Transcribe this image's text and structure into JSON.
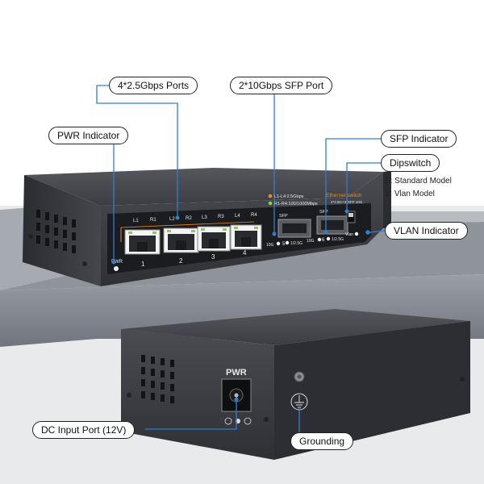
{
  "callouts": {
    "ports_2_5g": "4*2.5Gbps Ports",
    "sfp_port": "2*10Gbps SFP Port",
    "pwr_indicator": "PWR Indicator",
    "sfp_indicator": "SFP Indicator",
    "dipswitch": "Dipswitch",
    "vlan_indicator": "VLAN Indicator",
    "dc_input": "DC Input Port (12V)",
    "grounding": "Grounding"
  },
  "dipswitch_modes": {
    "standard": "S: Standard Model",
    "vlan": "V: Vlan Model"
  },
  "front_panel": {
    "pwr_label": "PWR",
    "port_labels": [
      "L1",
      "R1",
      "L2",
      "R2",
      "L3",
      "R3",
      "L4",
      "R4"
    ],
    "port_numbers": [
      "1",
      "2",
      "3",
      "4"
    ],
    "legend_l": "L1-L4:2.5Gbps",
    "legend_r": "R1-R4:100/1000Mbps",
    "sfp_labels": [
      "SFP",
      "SFP"
    ],
    "speed_labels": [
      "10G",
      "5",
      "1/2.5G",
      "10G",
      "6",
      "1/2.5G"
    ],
    "brand": "Ethernet switch",
    "brand_sub": "4*2.5G+2*SFP 10G",
    "vlan_label": "Vlan"
  },
  "rear_panel": {
    "pwr_label": "PWR"
  },
  "colors": {
    "chassis": "#3a3c41",
    "panel": "#1b1c1f",
    "led_orange": "#f08a1c",
    "led_green": "#8cd23a",
    "accent_blue": "#2f7fd0"
  }
}
